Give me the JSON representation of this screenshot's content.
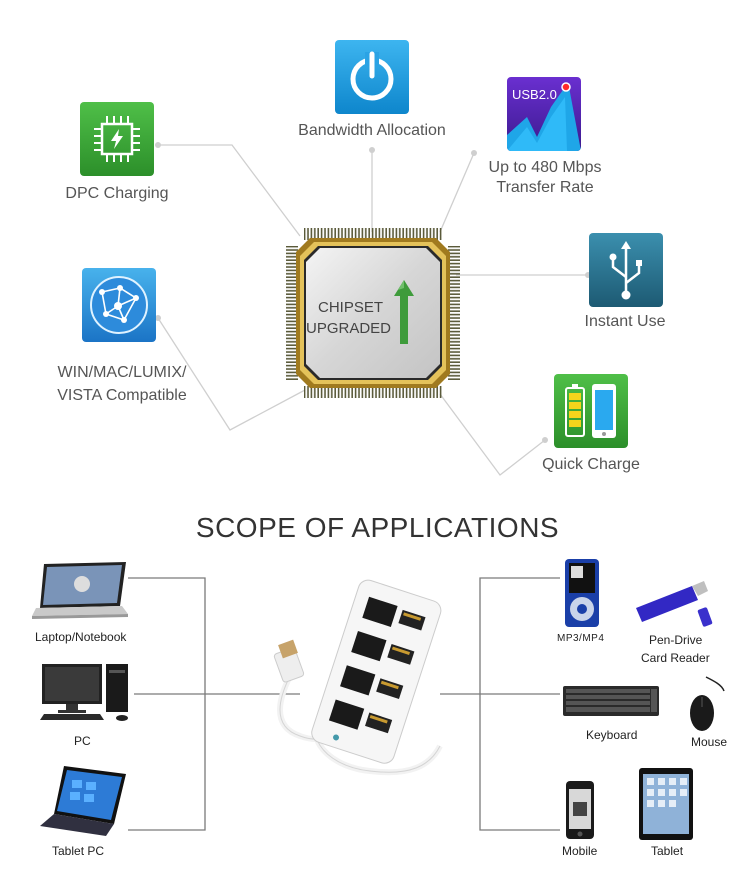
{
  "features": {
    "bandwidth": "Bandwidth Allocation",
    "dpc": "DPC Charging",
    "usb_badge": "USB2.0",
    "transfer_line1": "Up to 480 Mbps",
    "transfer_line2": "Transfer Rate",
    "instant": "Instant Use",
    "os_line1": "WIN/MAC/LUMIX/",
    "os_line2": "VISTA Compatible",
    "quick": "Quick Charge"
  },
  "chip": {
    "line1": "CHIPSET",
    "line2": "UPGRADED"
  },
  "section_title": "SCOPE OF APPLICATIONS",
  "devices": {
    "laptop": "Laptop/Notebook",
    "pc": "PC",
    "tablet_pc": "Tablet PC",
    "mp3": "MP3/MP4",
    "pendrive1": "Pen-Drive",
    "pendrive2": "Card Reader",
    "keyboard": "Keyboard",
    "mouse": "Mouse",
    "mobile": "Mobile",
    "tablet": "Tablet"
  },
  "colors": {
    "green": "#3fa83a",
    "blue": "#1e9be0",
    "purple": "#5a2bbf",
    "teal": "#2a7f9a"
  }
}
